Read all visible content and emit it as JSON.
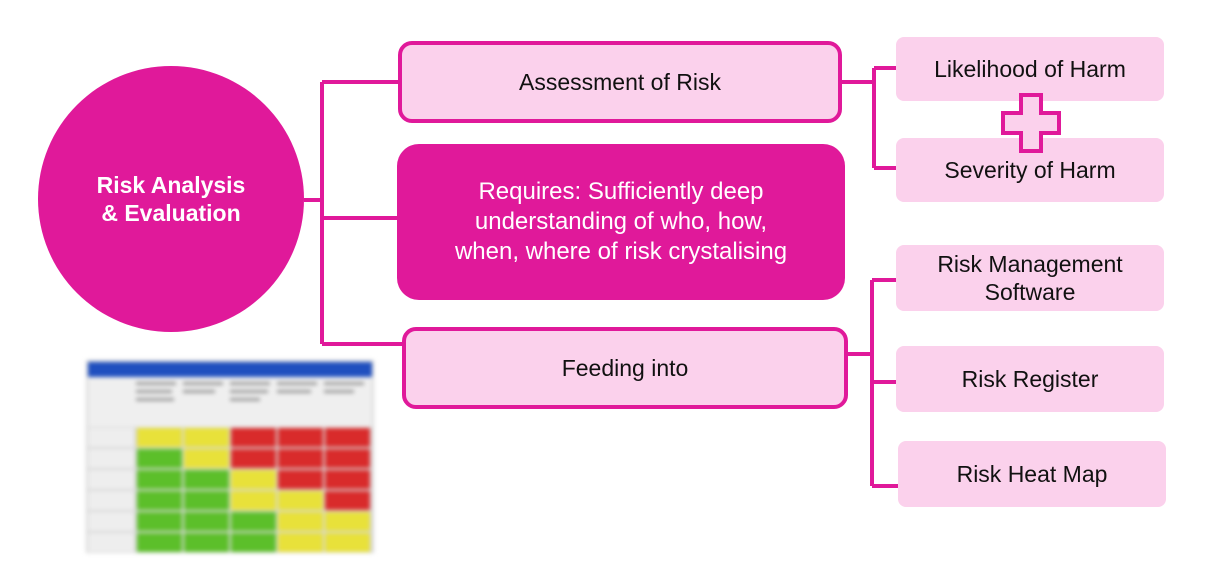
{
  "diagram": {
    "hub": {
      "label": "Risk Analysis\n& Evaluation"
    },
    "main_boxes": [
      {
        "id": "assessment",
        "label": "Assessment of Risk"
      },
      {
        "id": "requires",
        "label": "Requires: Sufficiently deep\nunderstanding of who, how,\nwhen, where of risk crystalising"
      },
      {
        "id": "feeding",
        "label": "Feeding into"
      }
    ],
    "assessment_children": [
      {
        "label": "Likelihood of Harm"
      },
      {
        "label": "Severity of Harm"
      }
    ],
    "combinator_icon": "plus-icon",
    "feeding_children": [
      {
        "label": "Risk Management\nSoftware"
      },
      {
        "label": "Risk Register"
      },
      {
        "label": "Risk Heat Map"
      }
    ],
    "heat_map_image": {
      "icon": "blurred-risk-matrix-image",
      "cell_colors": [
        [
          "yellow",
          "yellow",
          "red",
          "red",
          "red"
        ],
        [
          "green",
          "yellow",
          "red",
          "red",
          "red"
        ],
        [
          "green",
          "green",
          "yellow",
          "red",
          "red"
        ],
        [
          "green",
          "green",
          "yellow",
          "yellow",
          "red"
        ],
        [
          "green",
          "green",
          "green",
          "yellow",
          "yellow"
        ],
        [
          "green",
          "green",
          "green",
          "yellow",
          "yellow"
        ]
      ]
    }
  },
  "colors": {
    "accent": "#e0199a",
    "box_fill": "#fbd1ec",
    "hub_text": "#ffffff",
    "box_text": "#111111",
    "matrix_header": "#1f4fbf",
    "matrix_red": "#d92b2b",
    "matrix_yellow": "#e8e13a",
    "matrix_green": "#5cbf2a"
  }
}
